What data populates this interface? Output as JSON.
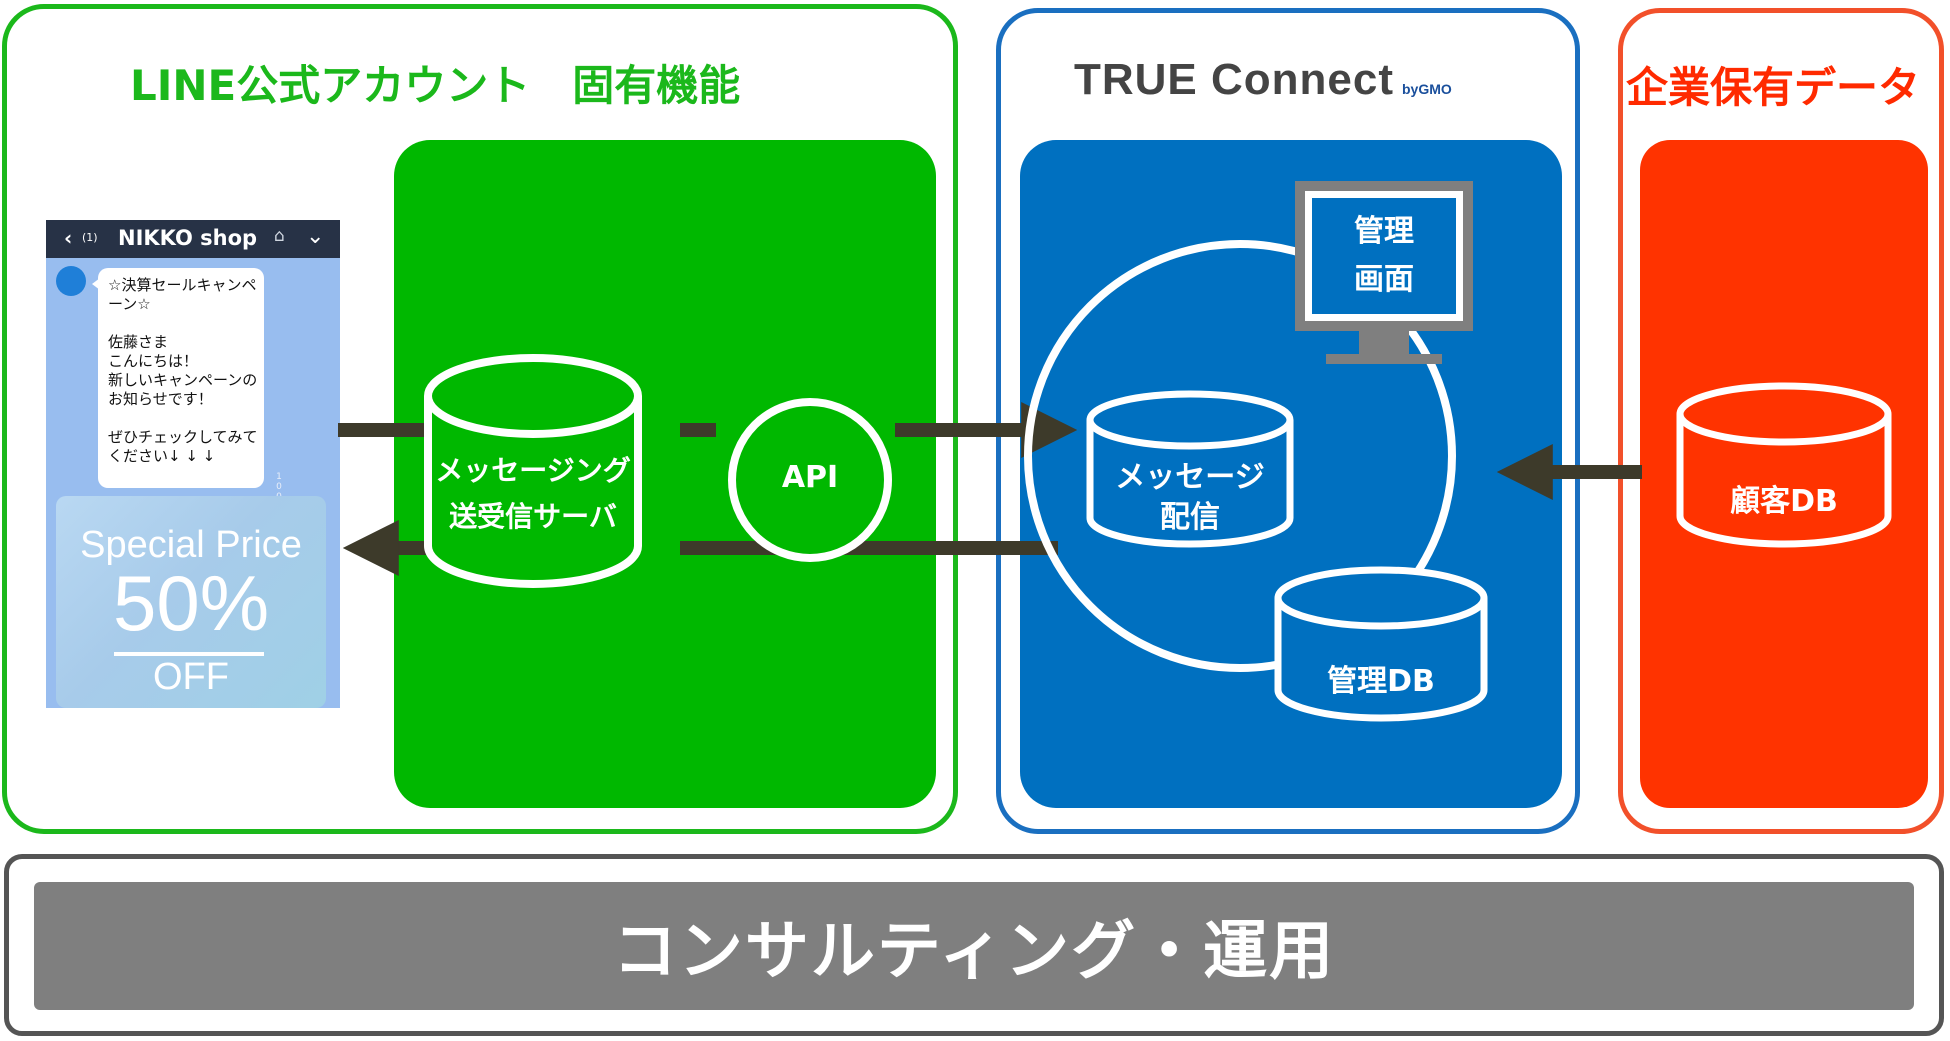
{
  "sections": {
    "line": {
      "title": "LINE公式アカウント　固有機能",
      "accent": "#1bb81b",
      "fill": "#00b800",
      "server_label": [
        "メッセージング",
        "送受信サーバ"
      ],
      "api_label": "API"
    },
    "true_connect": {
      "logo_text": "TRUE Connect",
      "logo_by": "byGMO",
      "accent": "#1a6fc0",
      "fill": "#0070c0",
      "monitor_label": [
        "管理",
        "画面"
      ],
      "message_db_label": [
        "メッセージ",
        "配信"
      ],
      "admin_db_label": "管理DB"
    },
    "corporate": {
      "title": "企業保有データ",
      "accent": "#ff2a00",
      "fill": "#ff3300",
      "customer_db_label": "顧客DB"
    },
    "consulting": {
      "label": "コンサルティング・運用",
      "fill": "#7f7f7f"
    }
  },
  "phone": {
    "back_icon": "chevron-left-icon",
    "unread_count": "(1)",
    "account_name": "NIKKO shop",
    "home_icon": "home-icon",
    "menu_icon": "chevron-down-icon",
    "message": "☆決算セールキャンペーン☆\n\n佐藤さま\nこんにちは！\n新しいキャンペーンのお知らせです！\n\nぜひチェックしてみてください↓ ↓ ↓",
    "read_mark": "1\n0\n0\n0",
    "promo": {
      "line1": "Special Price",
      "line2": "50%",
      "line3": "OFF"
    }
  },
  "arrows": {
    "color": "#3d3a2a"
  }
}
